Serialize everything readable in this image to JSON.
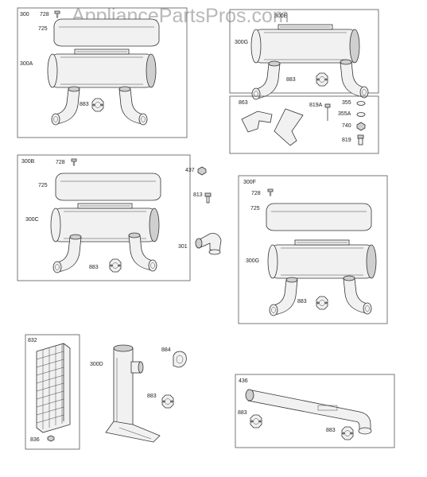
{
  "watermark": "AppliancePartsPros.com",
  "assemblies": {
    "a300": {
      "tag": "300",
      "labels": {
        "p728": "728",
        "p725": "725",
        "p300A": "300A",
        "p883": "883"
      }
    },
    "a300G_top": {
      "tag": "300E",
      "labels": {
        "p300G": "300G",
        "p883": "883"
      }
    },
    "a863": {
      "tag": "863",
      "labels": {
        "p819A": "819A",
        "p355": "355",
        "p355A": "355A",
        "p740": "740",
        "p819": "819"
      }
    },
    "a300B": {
      "tag": "300B",
      "labels": {
        "p728": "728",
        "p725": "725",
        "p300C": "300C",
        "p883": "883"
      }
    },
    "loose": {
      "labels": {
        "p437": "437",
        "p813": "813",
        "p301": "301"
      }
    },
    "a300F": {
      "tag": "300F",
      "labels": {
        "p728": "728",
        "p725": "725",
        "p300G": "300G",
        "p883": "883"
      }
    },
    "a832": {
      "tag": "832",
      "labels": {
        "p836": "836"
      }
    },
    "a300D": {
      "labels": {
        "p300D": "300D",
        "p884": "884",
        "p883": "883"
      }
    },
    "a436": {
      "tag": "436",
      "labels": {
        "p883a": "883",
        "p883b": "883"
      }
    }
  }
}
